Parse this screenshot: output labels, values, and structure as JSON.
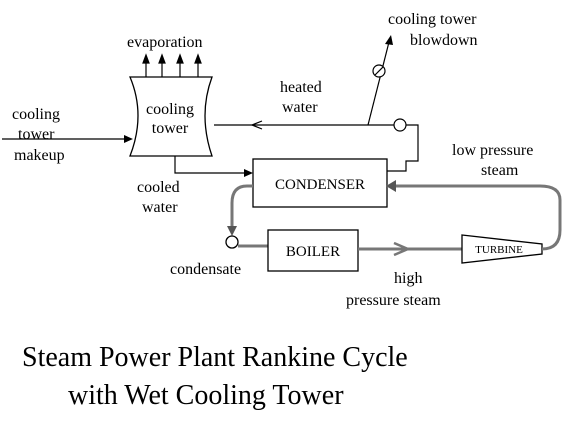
{
  "title": {
    "line1": "Steam Power Plant Rankine Cycle",
    "line2": "with Wet Cooling Tower"
  },
  "components": {
    "cooling_tower": [
      "cooling",
      "tower"
    ],
    "condenser": "CONDENSER",
    "boiler": "BOILER",
    "turbine": "TURBINE"
  },
  "labels": {
    "evaporation": "evaporation",
    "blowdown": [
      "cooling tower",
      "blowdown"
    ],
    "heated_water": [
      "heated",
      "water"
    ],
    "makeup": [
      "cooling",
      "tower",
      "makeup"
    ],
    "cooled_water": [
      "cooled",
      "water"
    ],
    "low_pressure_steam": [
      "low pressure",
      "steam"
    ],
    "condensate": "condensate",
    "high_pressure_steam": [
      "high",
      "pressure  steam"
    ]
  },
  "colors": {
    "line": "#000000",
    "steam_loop": "#777777"
  }
}
